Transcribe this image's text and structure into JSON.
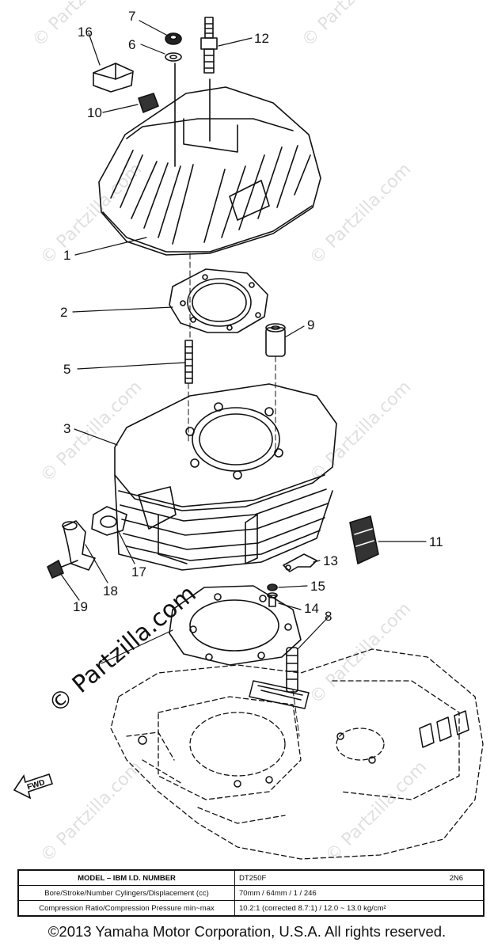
{
  "diagram": {
    "callouts": [
      "7",
      "6",
      "12",
      "16",
      "10",
      "1",
      "2",
      "9",
      "5",
      "3",
      "11",
      "17",
      "13",
      "18",
      "15",
      "19",
      "14",
      "8"
    ],
    "fwd_label": "FWD",
    "watermark": "© Partzilla.com",
    "watermark_large": "© Partzilla.com"
  },
  "spec_table": {
    "rows": [
      {
        "label": "MODEL – IBM I.D. NUMBER",
        "value": "DT250F",
        "extra": "2N6"
      },
      {
        "label": "Bore/Stroke/Number Cylingers/Displacement (cc)",
        "value": "70mm / 64mm / 1 / 246",
        "extra": ""
      },
      {
        "label": "Compression Ratio/Compression Pressure min~max",
        "value": "10.2:1 (corrected 8.7:1) / 12.0 ~ 13.0 kg/cm²",
        "extra": ""
      }
    ]
  },
  "footer": {
    "copyright": "©2013 Yamaha Motor Corporation, U.S.A. All rights reserved."
  }
}
